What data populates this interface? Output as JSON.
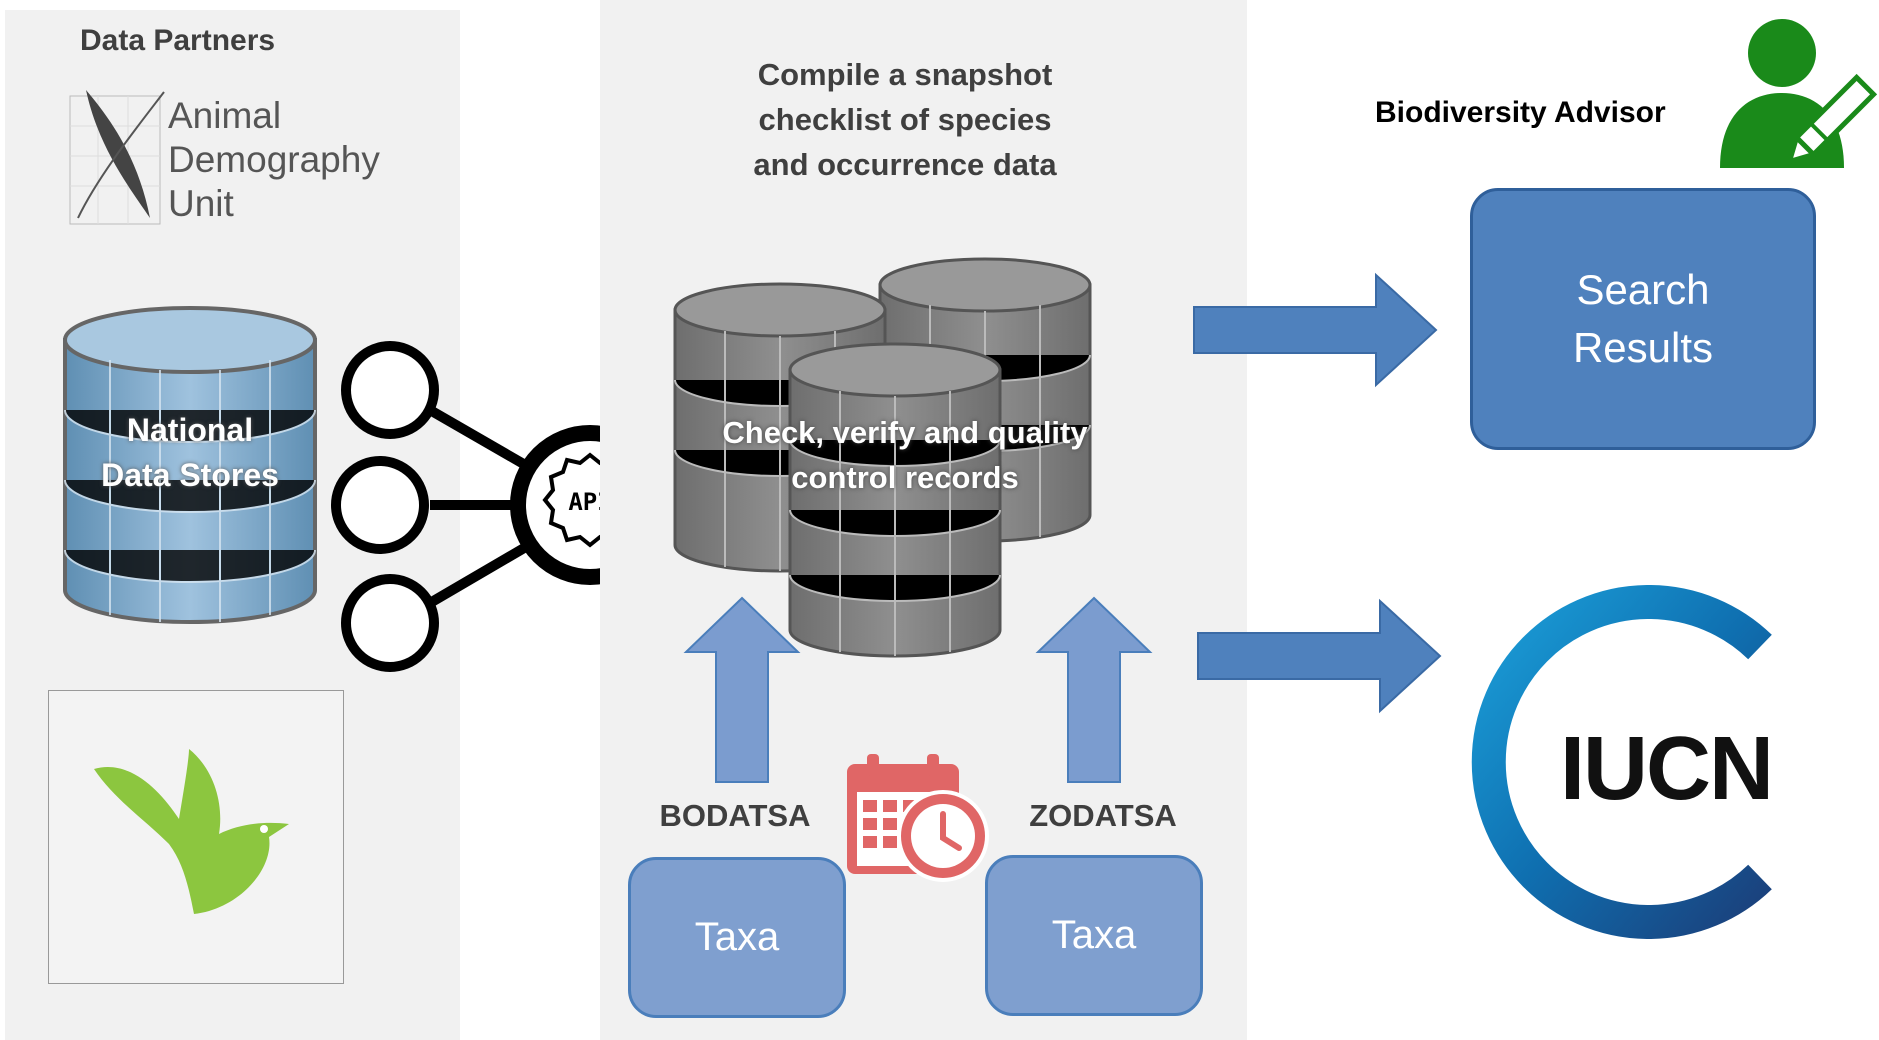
{
  "partners": {
    "title": "Data Partners",
    "adu_logo": {
      "line1": "Animal",
      "line2": "Demography",
      "line3": "Unit"
    },
    "national_stores": {
      "line1": "National",
      "line2": "Data Stores"
    },
    "api_label": "API"
  },
  "compile": {
    "heading": {
      "line1": "Compile a snapshot",
      "line2": "checklist of species",
      "line3": "and occurrence data"
    },
    "db_label": {
      "line1": "Check, verify and quality",
      "line2": "control records"
    },
    "left_source": "BODATSA",
    "right_source": "ZODATSA",
    "left_box": "Taxa",
    "right_box": "Taxa"
  },
  "outputs": {
    "advisor": "Biodiversity Advisor",
    "search_results": {
      "line1": "Search",
      "line2": "Results"
    },
    "iucn": "IUCN"
  },
  "colors": {
    "panel": "#f1f1f1",
    "arrow_blue": "#4a7ebb",
    "box_blue": "#4f81bd",
    "taxa_blue": "#7f9fcf",
    "calendar_red": "#e06666",
    "advisor_green": "#1a8a1a",
    "inat_green": "#8cc63f"
  },
  "icons": [
    "feather-icon",
    "database-icon",
    "api-gear-icon",
    "calendar-clock-icon",
    "user-edit-icon",
    "bird-icon",
    "iucn-ring-icon"
  ]
}
